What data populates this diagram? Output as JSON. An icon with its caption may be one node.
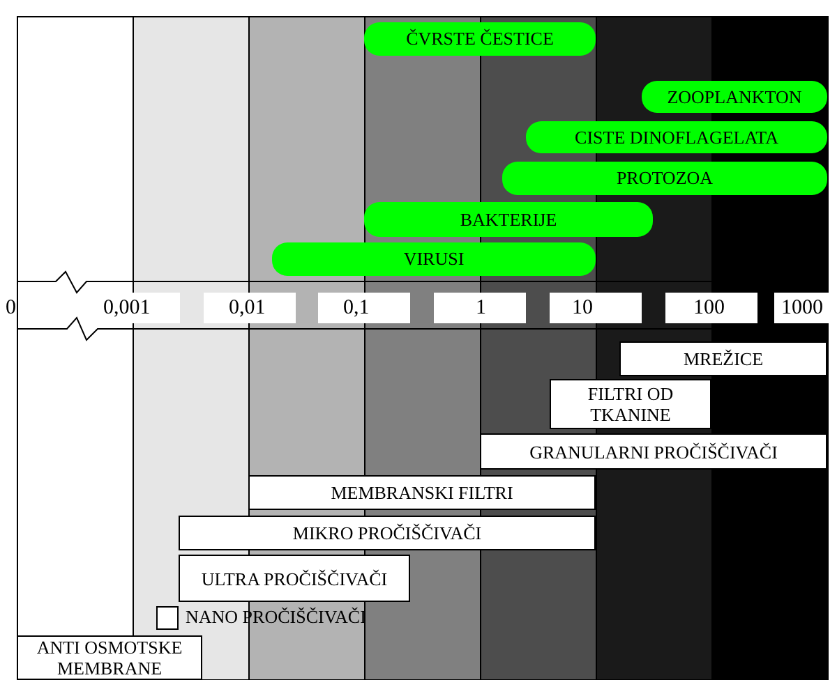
{
  "diagram": {
    "nodes": [
      {
        "text": [
          "ČVRSTE ČESTICE"
        ]
      },
      {
        "text": [
          "ZOOPLANKTON"
        ]
      },
      {
        "text": [
          "CISTE DINOFLAGELATA"
        ]
      },
      {
        "text": [
          "PROTOZOA"
        ]
      },
      {
        "text": [
          "BAKTERIJE"
        ]
      },
      {
        "text": [
          "VIRUSI"
        ]
      },
      {
        "text": [
          "MREŽICE"
        ]
      },
      {
        "text": [
          "FILTRI OD TKANINE"
        ]
      },
      {
        "text": [
          "GRANULARNI PROČIŠČIVAČI"
        ]
      },
      {
        "text": [
          "MEMBRANSKI FILTRI"
        ]
      },
      {
        "text": [
          "MIKRO PROČIŠČIVAČI"
        ]
      },
      {
        "text": [
          "ULTRA PROČIŠČIVAČI"
        ]
      },
      {
        "text": [
          "NANO PROČIŠČIVAČI"
        ]
      },
      {
        "text": [
          "ANTI OSMOTSKE MEMBRANE"
        ]
      }
    ],
    "labels": [
      "0",
      "0,001",
      "0,01",
      "0,1",
      "1",
      "10",
      "100",
      "1000"
    ]
  }
}
